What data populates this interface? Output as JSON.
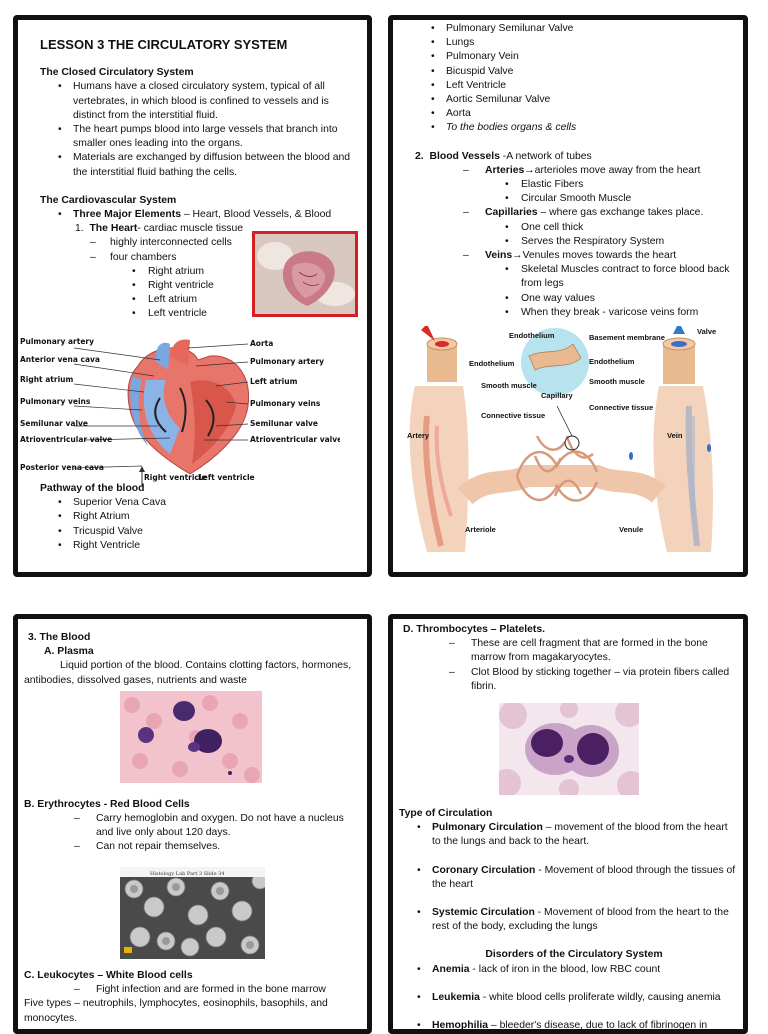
{
  "panel1": {
    "title": "LESSON 3 THE CIRCULATORY SYSTEM",
    "closed_heading": "The Closed Circulatory System",
    "closed_bullets": [
      "Humans have a closed circulatory system, typical of all vertebrates, in which blood is confined to vessels and is distinct from the interstitial fluid.",
      "The heart pumps blood into large vessels that branch into smaller ones leading into the organs.",
      "Materials are exchanged by diffusion between the blood and the interstitial fluid bathing the cells."
    ],
    "cardio_heading": "The Cardiovascular System",
    "three_major_bold": "Three Major Elements",
    "three_major_rest": " – Heart, Blood Vessels, & Blood",
    "heart_num": "1.",
    "heart_bold": "The Heart",
    "heart_rest": "- cardiac muscle tissue",
    "heart_dashes": [
      "highly interconnected cells",
      "four chambers"
    ],
    "chambers": [
      "Right atrium",
      "Right ventricle",
      "Left atrium",
      "Left ventricle"
    ],
    "diagram_labels_left": [
      "Pulmonary artery",
      "Anterior vena cava",
      "Right atrium",
      "Pulmonary veins",
      "Semilunar valve",
      "Atrioventricular valve",
      "Posterior vena cava"
    ],
    "diagram_labels_right": [
      "Aorta",
      "Pulmonary artery",
      "Left atrium",
      "Pulmonary veins",
      "Semilunar valve",
      "Atrioventricular valve"
    ],
    "diagram_labels_bottom": [
      "Right ventricle",
      "Left ventricle"
    ],
    "pathway_heading": "Pathway of the blood",
    "pathway": [
      "Superior Vena Cava",
      "Right Atrium",
      "Tricuspid Valve",
      "Right Ventricle"
    ]
  },
  "panel2": {
    "pathway_cont": [
      "Pulmonary Semilunar Valve",
      "Lungs",
      "Pulmonary Vein",
      "Bicuspid Valve",
      "Left Ventricle",
      "Aortic Semilunar Valve",
      "Aorta",
      "To the bodies organs & cells"
    ],
    "vessels_num": "2.",
    "vessels_bold": "Blood Vessels",
    "vessels_rest": " -A network of tubes",
    "arteries_bold": "Arteries",
    "arteries_rest": "arterioles move away from the heart",
    "arteries_sub": [
      "Elastic Fibers",
      "Circular Smooth Muscle"
    ],
    "capillaries_bold": "Capillaries",
    "capillaries_rest": " – where gas exchange takes place.",
    "capillaries_sub": [
      "One cell thick",
      "Serves the Respiratory System"
    ],
    "veins_bold": "Veins",
    "veins_rest": "Venules moves towards the heart",
    "veins_sub": [
      "Skeletal Muscles contract to force blood back from legs",
      "One way values",
      "When they break - varicose veins form"
    ],
    "diagram_labels": {
      "endothelium": "Endothelium",
      "smooth_muscle": "Smooth muscle",
      "connective": "Connective tissue",
      "artery": "Artery",
      "arteriole": "Arteriole",
      "capillary": "Capillary",
      "basement": "Basement membrane",
      "valve": "Valve",
      "vein": "Vein",
      "venule": "Venule"
    }
  },
  "panel3": {
    "heading": "3. The Blood",
    "plasma_label": "A.   Plasma",
    "plasma_text": "Liquid portion of the blood.  Contains clotting factors, hormones, antibodies, dissolved gases, nutrients and waste",
    "erythro_heading": "B. Erythrocytes - Red Blood Cells",
    "erythro_dashes": [
      "Carry hemoglobin and oxygen.  Do not have a nucleus and live only about 120 days.",
      "Can not repair themselves."
    ],
    "micro_caption": "Histology Lab Part 3 Slide 34",
    "leuko_heading": "C. Leukocytes – White Blood cells",
    "leuko_dash": "Fight infection and are formed in the bone marrow",
    "leuko_types": "Five types – neutrophils, lymphocytes, eosinophils, basophils, and monocytes."
  },
  "panel4": {
    "heading": "D. Thrombocytes – Platelets.",
    "dashes": [
      "These are cell fragment that are formed in the bone marrow from magakaryocytes.",
      "Clot Blood by sticking together – via protein fibers called fibrin."
    ],
    "type_heading": "Type of Circulation",
    "types": [
      {
        "bold": "Pulmonary Circulation",
        "rest": " – movement of the blood from the heart to the lungs and back to the heart."
      },
      {
        "bold": "Coronary Circulation",
        "rest": " - Movement of blood through the tissues of the heart"
      },
      {
        "bold": "Systemic Circulation",
        "rest": " - Movement of blood from the heart to the rest of the body, excluding the lungs"
      }
    ],
    "disorders_heading": "Disorders of the Circulatory System",
    "disorders": [
      {
        "bold": "Anemia",
        "rest": " -  lack of iron in the blood, low RBC count"
      },
      {
        "bold": "Leukemia",
        "rest": " -  white blood cells proliferate wildly, causing anemia"
      },
      {
        "bold": "Hemophilia",
        "rest": " – bleeder's disease, due to lack of fibrinogen in"
      }
    ]
  },
  "colors": {
    "border": "#111111",
    "photo_frame": "#d42020",
    "blood": "#d84a3a",
    "vein_blue": "#3a5fb0"
  }
}
